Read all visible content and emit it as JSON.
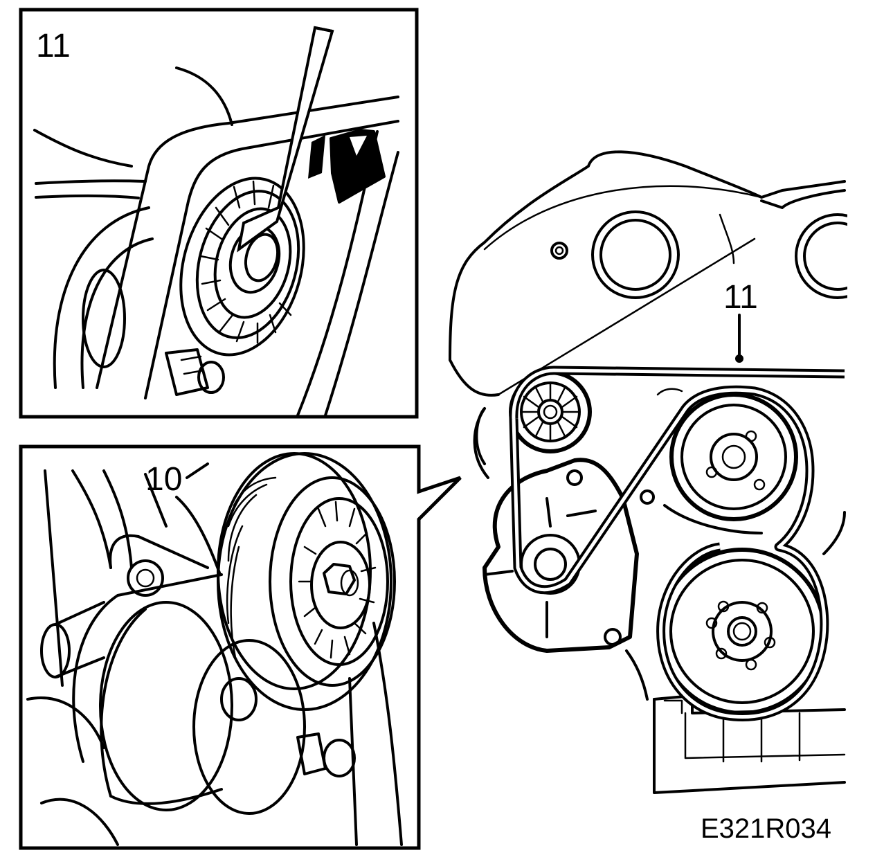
{
  "labels": {
    "top_inset_number": "11",
    "bottom_inset_number": "10",
    "main_callout_number": "11",
    "figure_code": "E321R034"
  }
}
